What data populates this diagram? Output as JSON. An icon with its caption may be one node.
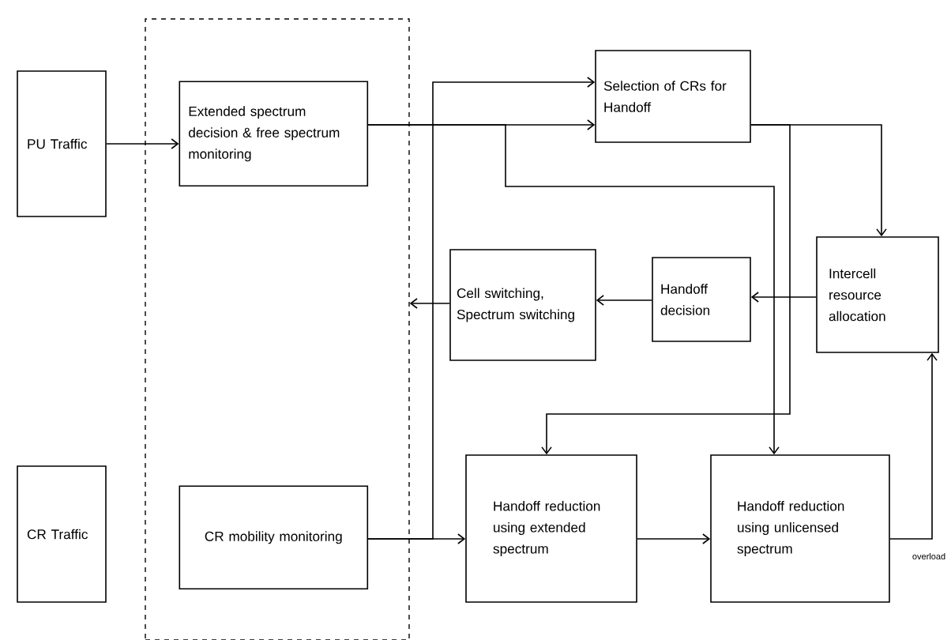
{
  "diagram": {
    "nodes": [
      {
        "text": [
          "PU Traffic"
        ]
      },
      {
        "text": [],
        "shape": "box"
      },
      {
        "text": [
          "Extended spectrum decision & free spectrum monitoring"
        ],
        "in": 1
      },
      {
        "text": [
          "Selection of CRs for Handoff"
        ]
      },
      {
        "text": [
          "Cell switching, Spectrum switching"
        ]
      },
      {
        "text": [
          "Handoff decision"
        ]
      },
      {
        "text": [
          "Intercell resource allocation"
        ]
      },
      {
        "text": [
          "CR Traffic"
        ]
      },
      {
        "text": [
          "CR mobility monitoring"
        ],
        "in": 1
      },
      {
        "text": [
          "Handoff reduction using extended spectrum"
        ]
      },
      {
        "text": [
          "Handoff reduction using unlicensed spectrum"
        ]
      }
    ],
    "edges": [
      {
        "from": 0,
        "to": 2,
        "arrow": "to"
      },
      {
        "from": 2,
        "to": 3,
        "arrow": "to"
      },
      {
        "from": 2,
        "to": 10,
        "arrow": "to"
      },
      {
        "from": 8,
        "to": 9,
        "arrow": "to"
      },
      {
        "from": 8,
        "to": 3,
        "arrow": "to"
      },
      {
        "from": 3,
        "to": 6,
        "arrow": "to"
      },
      {
        "from": 3,
        "to": 9,
        "arrow": "to"
      },
      {
        "from": 6,
        "to": 5,
        "arrow": "to"
      },
      {
        "from": 5,
        "to": 4,
        "arrow": "to"
      },
      {
        "from": 4,
        "to": 1,
        "arrow": "to"
      },
      {
        "from": 9,
        "to": 10,
        "arrow": "to"
      },
      {
        "from": 10,
        "to": 6,
        "arrow": "to",
        "label": "overload"
      }
    ]
  }
}
